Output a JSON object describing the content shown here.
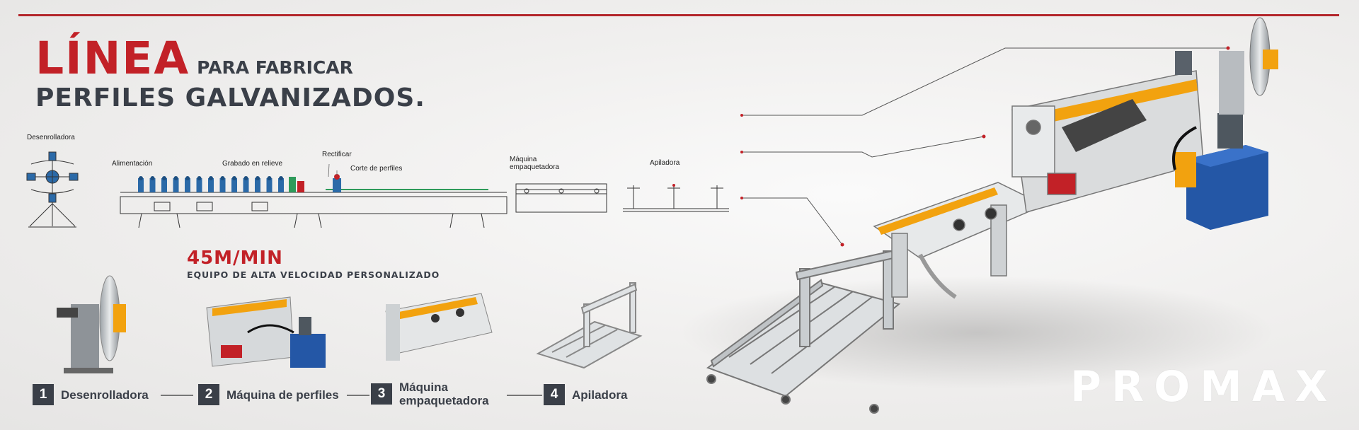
{
  "title": {
    "big": "LÍNEA",
    "small": "PARA FABRICAR",
    "sub": "PERFILES GALVANIZADOS."
  },
  "diagram_labels": {
    "desenrolladora": "Desenrolladora",
    "alimentacion": "Alimentación",
    "grabado": "Grabado en relieve",
    "rectificar": "Rectificar",
    "corte": "Corte de perfiles",
    "maquina_emp_1": "Máquina",
    "maquina_emp_2": "empaquetadora",
    "apiladora": "Apiladora"
  },
  "speed": {
    "value": "45M/MIN",
    "subtitle": "EQUIPO DE ALTA VELOCIDAD PERSONALIZADO"
  },
  "steps": [
    {
      "num": "1",
      "label": "Desenrolladora",
      "label2": ""
    },
    {
      "num": "2",
      "label": "Máquina de perfiles",
      "label2": ""
    },
    {
      "num": "3",
      "label": "Máquina",
      "label2": "empaquetadora"
    },
    {
      "num": "4",
      "label": "Apiladora",
      "label2": ""
    }
  ],
  "brand": "PROMAX",
  "colors": {
    "accent": "#c22127",
    "dark": "#3a3f48",
    "yellow": "#f2a20f",
    "blue": "#2457a6"
  }
}
